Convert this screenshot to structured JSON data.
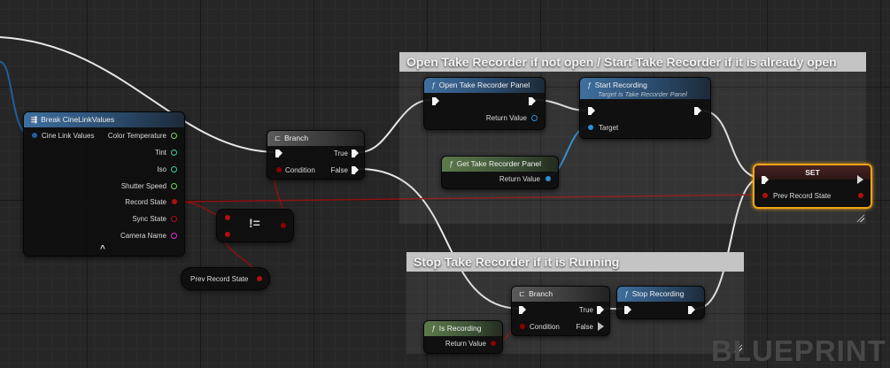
{
  "watermark": "BLUEPRINT",
  "comments": {
    "start": "Open Take Recorder if not open / Start Take Recorder if it is already open",
    "stop": "Stop Take Recorder if it is Running"
  },
  "break_node": {
    "title": "Break CineLinkValues",
    "input": "Cine Link Values",
    "outputs": [
      "Color Temperature",
      "Tint",
      "Iso",
      "Shutter Speed",
      "Record State",
      "Sync State",
      "Camera Name"
    ],
    "collapse_glyph": "^"
  },
  "branch1": {
    "title": "Branch",
    "true": "True",
    "false": "False",
    "condition": "Condition"
  },
  "branch2": {
    "title": "Branch",
    "true": "True",
    "false": "False",
    "condition": "Condition"
  },
  "not_equal": {
    "op": "!="
  },
  "prev_record_get": {
    "label": "Prev Record State"
  },
  "open_panel": {
    "title": "Open Take Recorder Panel",
    "ret": "Return Value"
  },
  "start_recording": {
    "title": "Start Recording",
    "subtitle": "Target is Take Recorder Panel",
    "target": "Target"
  },
  "get_panel": {
    "title": "Get Take Recorder Panel",
    "ret": "Return Value"
  },
  "set_node": {
    "title": "SET",
    "pin": "Prev Record State"
  },
  "stop_recording": {
    "title": "Stop Recording"
  },
  "is_recording": {
    "title": "Is Recording",
    "ret": "Return Value"
  },
  "colors": {
    "exec": "#f5f5f5",
    "struct": "#1f5fa0",
    "float": "#7ad35f",
    "enum_byte": "#b10f0f",
    "string": "#e231d6",
    "object": "#2e8fd4",
    "bool": "#8b0000",
    "select": "#f0a418"
  }
}
